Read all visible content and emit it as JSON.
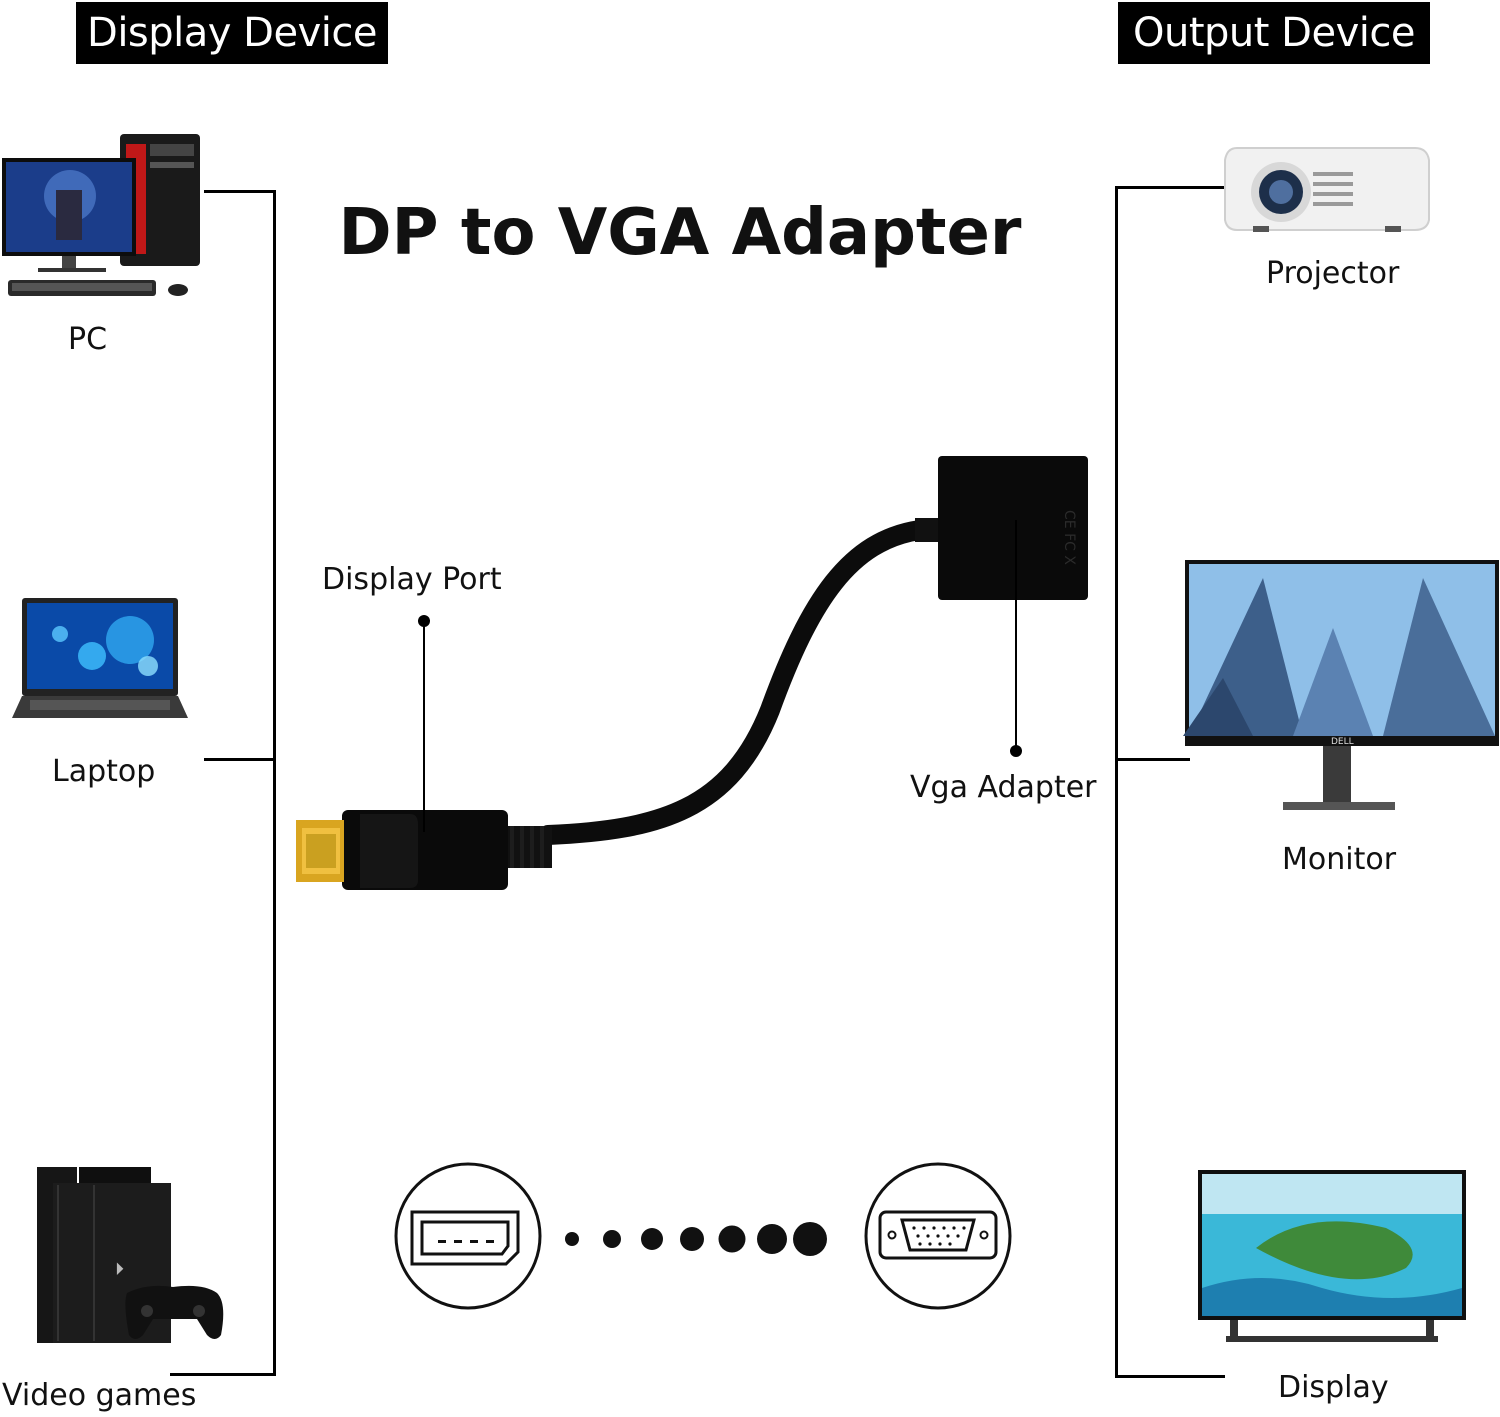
{
  "headers": {
    "left": "Display Device",
    "right": "Output Device"
  },
  "title": "DP to VGA Adapter",
  "display_devices": [
    {
      "label": "PC",
      "icon": "pc-icon"
    },
    {
      "label": "Laptop",
      "icon": "laptop-icon"
    },
    {
      "label": "Video games",
      "icon": "game-console-icon"
    }
  ],
  "output_devices": [
    {
      "label": "Projector",
      "icon": "projector-icon"
    },
    {
      "label": "Monitor",
      "icon": "monitor-icon"
    },
    {
      "label": "Display",
      "icon": "tv-icon"
    }
  ],
  "adapter": {
    "dp_label": "Display Port",
    "vga_label": "Vga Adapter",
    "vga_marks": "CE FC X"
  },
  "colors": {
    "line": "#000000",
    "dp_gold": "#d9a520",
    "screen_blue": "#1f6fd6"
  }
}
